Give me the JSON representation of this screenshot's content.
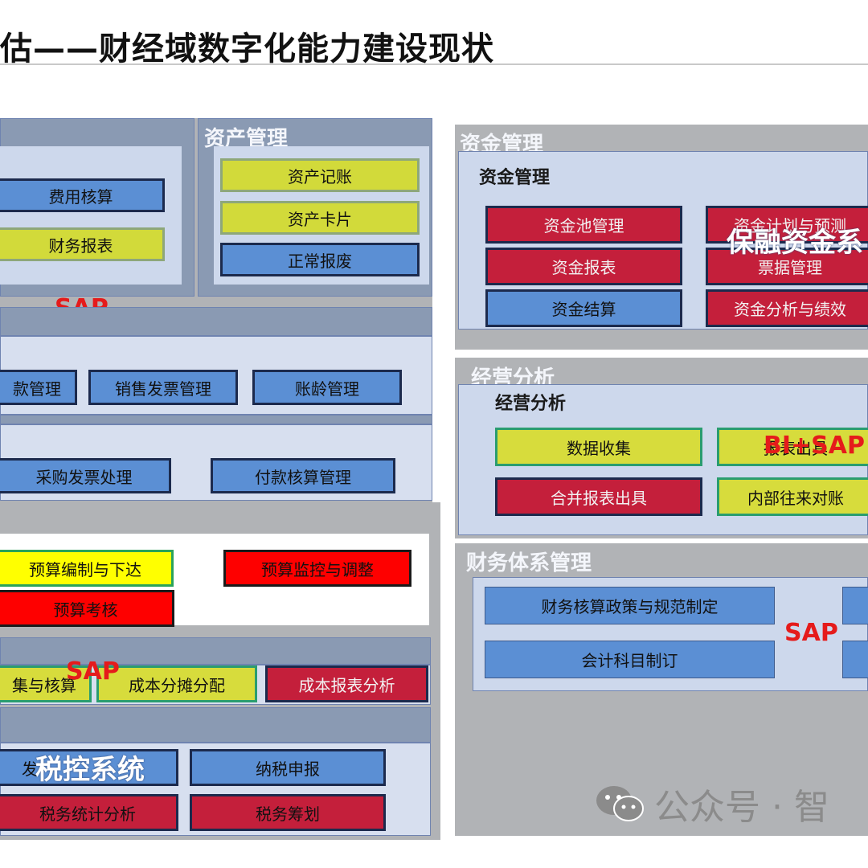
{
  "title": "估——财经域数字化能力建设现状",
  "systems": {
    "sap": "SAP",
    "baorong": "保融资金系",
    "bi_sap": "BI+SAP",
    "tax_system": "税控系统"
  },
  "asset": {
    "header": "资产管理",
    "items": [
      "资产记账",
      "资产卡片",
      "正常报废"
    ]
  },
  "accounting": {
    "items": [
      "费用核算",
      "财务报表"
    ]
  },
  "receivable": {
    "items": [
      "款管理",
      "销售发票管理",
      "账龄管理"
    ]
  },
  "payable": {
    "items": [
      "采购发票处理",
      "付款核算管理"
    ]
  },
  "budget": {
    "items": [
      "预算编制与下达",
      "预算监控与调整",
      "预算考核"
    ]
  },
  "cost": {
    "items": [
      "集与核算",
      "成本分摊分配",
      "成本报表分析"
    ]
  },
  "tax": {
    "items": [
      "发",
      "纳税申报",
      "税务统计分析",
      "税务筹划"
    ]
  },
  "funds": {
    "header": "资金管理",
    "subheader": "资金管理",
    "items": [
      "资金池管理",
      "资金计划与预测",
      "资金报表",
      "票据管理",
      "资金结算",
      "资金分析与绩效"
    ]
  },
  "operations": {
    "header": "经营分析",
    "subheader": "经营分析",
    "items": [
      "数据收集",
      "报表出具",
      "合并报表出具",
      "内部往来对账"
    ]
  },
  "finance_system": {
    "header": "财务体系管理",
    "items": [
      "财务核算政策与规范制定",
      "会计科目制订"
    ]
  },
  "watermark": {
    "text": "公众号 · 智",
    "icon": "wechat-icon"
  }
}
